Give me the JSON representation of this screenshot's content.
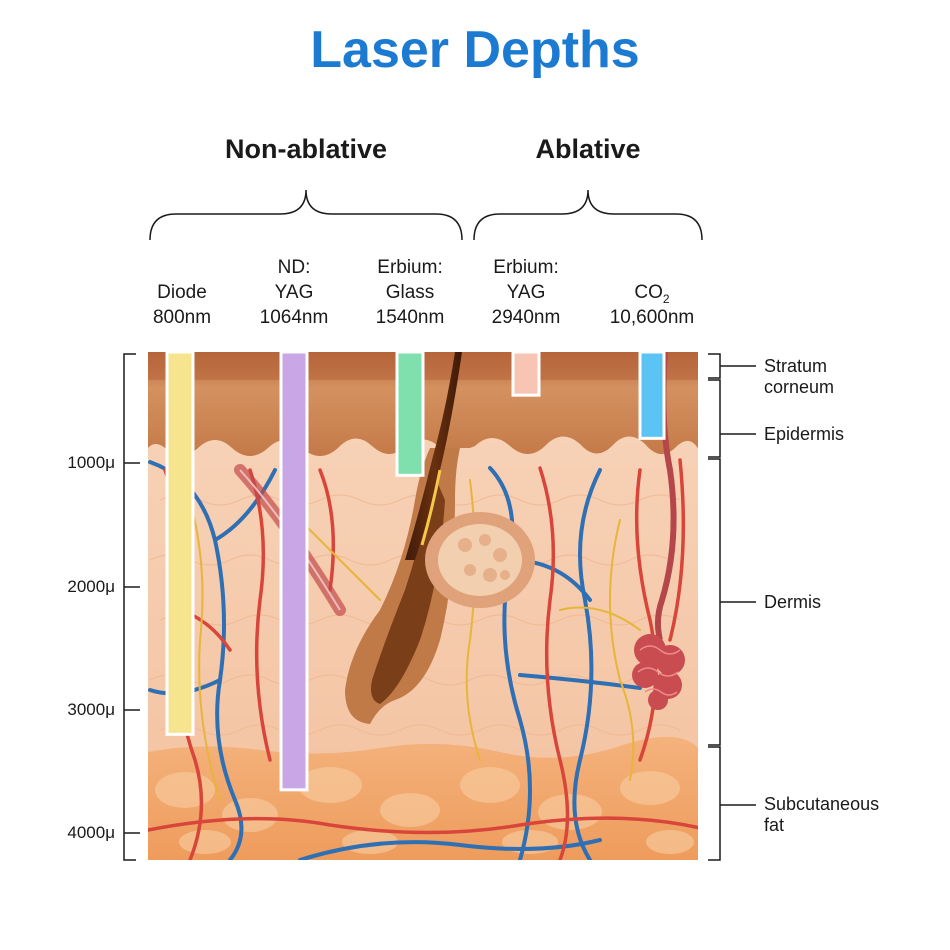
{
  "title": "Laser Depths",
  "groups": {
    "non_ablative": "Non-ablative",
    "ablative": "Ablative"
  },
  "lasers": [
    {
      "lines": [
        "Diode",
        "800nm"
      ],
      "color": "#f7e48f",
      "depth_micron": 3200
    },
    {
      "lines": [
        "ND:",
        "YAG",
        "1064nm"
      ],
      "color": "#c9a6e6",
      "depth_micron": 3650
    },
    {
      "lines": [
        "Erbium:",
        "Glass",
        "1540nm"
      ],
      "color": "#7fe0ae",
      "depth_micron": 1100
    },
    {
      "lines": [
        "Erbium:",
        "YAG",
        "2940nm"
      ],
      "color": "#f8c4b4",
      "depth_micron": 450
    },
    {
      "co2_main": "CO",
      "co2_sub": "2",
      "wavelength": "10,600nm",
      "color": "#5bc4f5",
      "depth_micron": 800
    }
  ],
  "depth_axis": [
    "1000μ",
    "2000μ",
    "3000μ",
    "4000μ"
  ],
  "layers": {
    "stratum_corneum": [
      "Stratum",
      "corneum"
    ],
    "epidermis": "Epidermis",
    "dermis": "Dermis",
    "subcutaneous_fat": [
      "Subcutaneous",
      "fat"
    ]
  },
  "colors": {
    "title": "#1c7bd0",
    "epidermis": "#c9824f",
    "dermis": "#f6c9aa",
    "fat": "#f0a868",
    "artery": "#d8453a",
    "vein": "#2f6fb3",
    "nerve": "#e6b53a"
  }
}
